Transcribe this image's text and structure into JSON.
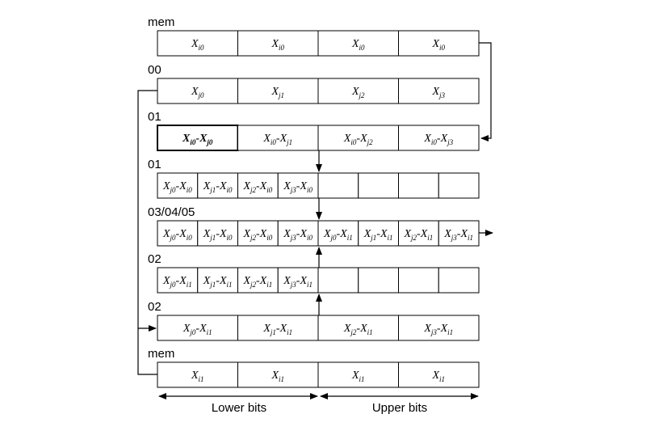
{
  "rows": [
    {
      "label": "mem",
      "cells": [
        [
          "X",
          "i0",
          ""
        ],
        [
          "X",
          "i0",
          ""
        ],
        [
          "X",
          "i0",
          ""
        ],
        [
          "X",
          "i0",
          ""
        ]
      ]
    },
    {
      "label": "00",
      "cells": [
        [
          "X",
          "j0",
          ""
        ],
        [
          "X",
          "j1",
          ""
        ],
        [
          "X",
          "j2",
          ""
        ],
        [
          "X",
          "j3",
          ""
        ]
      ]
    },
    {
      "label": "01",
      "cells": [
        [
          "X",
          "i0",
          "-",
          "X",
          "j0"
        ],
        [
          "X",
          "i0",
          "-",
          "X",
          "j1"
        ],
        [
          "X",
          "i0",
          "-",
          "X",
          "j2"
        ],
        [
          "X",
          "i0",
          "-",
          "X",
          "j3"
        ]
      ],
      "bold_first": true
    },
    {
      "label": "01",
      "cells": [
        [
          "X",
          "j0",
          "-",
          "X",
          "i0"
        ],
        [
          "X",
          "j1",
          "-",
          "X",
          "i0"
        ],
        [
          "X",
          "j2",
          "-",
          "X",
          "i0"
        ],
        [
          "X",
          "j3",
          "-",
          "X",
          "i0"
        ],
        [],
        [],
        [],
        []
      ]
    },
    {
      "label": "03/04/05",
      "cells": [
        [
          "X",
          "j0",
          "-",
          "X",
          "i0"
        ],
        [
          "X",
          "j1",
          "-",
          "X",
          "i0"
        ],
        [
          "X",
          "j2",
          "-",
          "X",
          "i0"
        ],
        [
          "X",
          "j3",
          "-",
          "X",
          "i0"
        ],
        [
          "X",
          "j0",
          "-",
          "X",
          "i1"
        ],
        [
          "X",
          "j1",
          "-",
          "X",
          "i1"
        ],
        [
          "X",
          "j2",
          "-",
          "X",
          "i1"
        ],
        [
          "X",
          "j3",
          "-",
          "X",
          "i1"
        ]
      ]
    },
    {
      "label": "02",
      "cells": [
        [
          "X",
          "j0",
          "-",
          "X",
          "i1"
        ],
        [
          "X",
          "j1",
          "-",
          "X",
          "i1"
        ],
        [
          "X",
          "j2",
          "-",
          "X",
          "i1"
        ],
        [
          "X",
          "j3",
          "-",
          "X",
          "i1"
        ],
        [],
        [],
        [],
        []
      ]
    },
    {
      "label": "02",
      "cells": [
        [
          "X",
          "j0",
          "-",
          "X",
          "i1"
        ],
        [
          "X",
          "j1",
          "-",
          "X",
          "i1"
        ],
        [
          "X",
          "j2",
          "-",
          "X",
          "i1"
        ],
        [
          "X",
          "j3",
          "-",
          "X",
          "i1"
        ]
      ]
    },
    {
      "label": "mem",
      "cells": [
        [
          "X",
          "i1",
          ""
        ],
        [
          "X",
          "i1",
          ""
        ],
        [
          "X",
          "i1",
          ""
        ],
        [
          "X",
          "i1",
          ""
        ]
      ]
    }
  ],
  "footer": {
    "lower": "Lower bits",
    "upper": "Upper bits"
  }
}
